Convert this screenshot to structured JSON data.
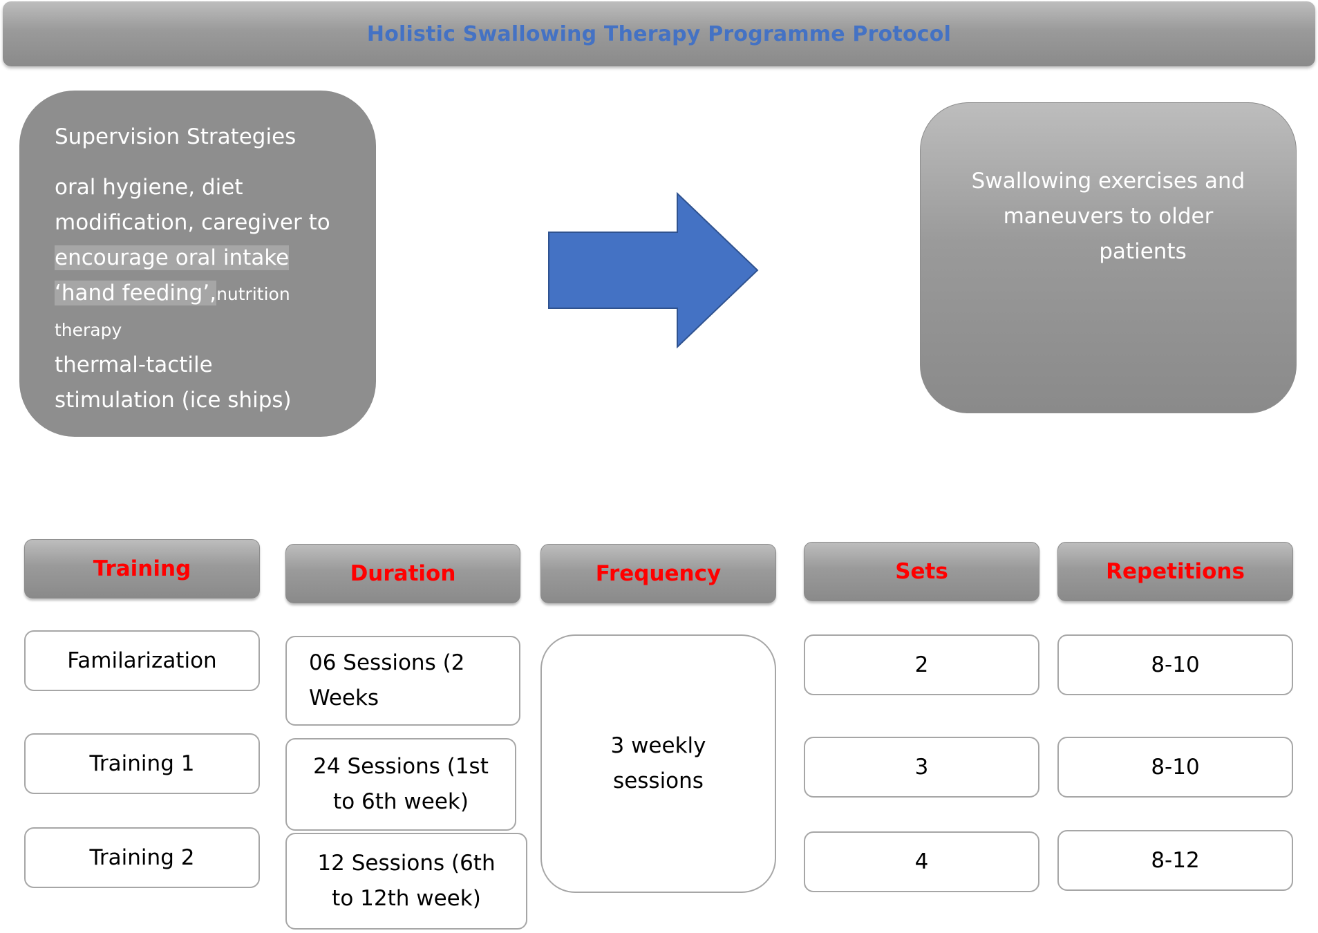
{
  "title": "Holistic Swallowing Therapy Programme Protocol",
  "supervision": {
    "heading": "Supervision Strategies",
    "line1": "oral hygiene, diet",
    "line2": "modification, caregiver to",
    "line3": "encourage oral intake",
    "line4": "‘hand feeding’,",
    "line4_small": "nutrition therapy",
    "line5": "thermal-tactile",
    "line6": "stimulation (ice ships)"
  },
  "exercises": {
    "line1": "Swallowing exercises and",
    "line2": "maneuvers to older",
    "line3": "patients"
  },
  "table": {
    "headers": [
      "Training",
      "Duration",
      "Frequency",
      "Sets",
      "Repetitions"
    ],
    "training": [
      "Familarization",
      "Training 1",
      "Training 2"
    ],
    "duration": [
      [
        "06 Sessions (2",
        "Weeks"
      ],
      [
        "24 Sessions (1st",
        "to 6th week)"
      ],
      [
        "12  Sessions (6th",
        "to 12th week)"
      ]
    ],
    "frequency": [
      "3 weekly",
      "sessions"
    ],
    "sets": [
      "2",
      "3",
      "4"
    ],
    "repetitions": [
      "8-10",
      "8-10",
      "8-12"
    ]
  },
  "colors": {
    "title_text": "#4472c4",
    "header_text": "#ff0000",
    "arrow_fill": "#4472c4"
  }
}
